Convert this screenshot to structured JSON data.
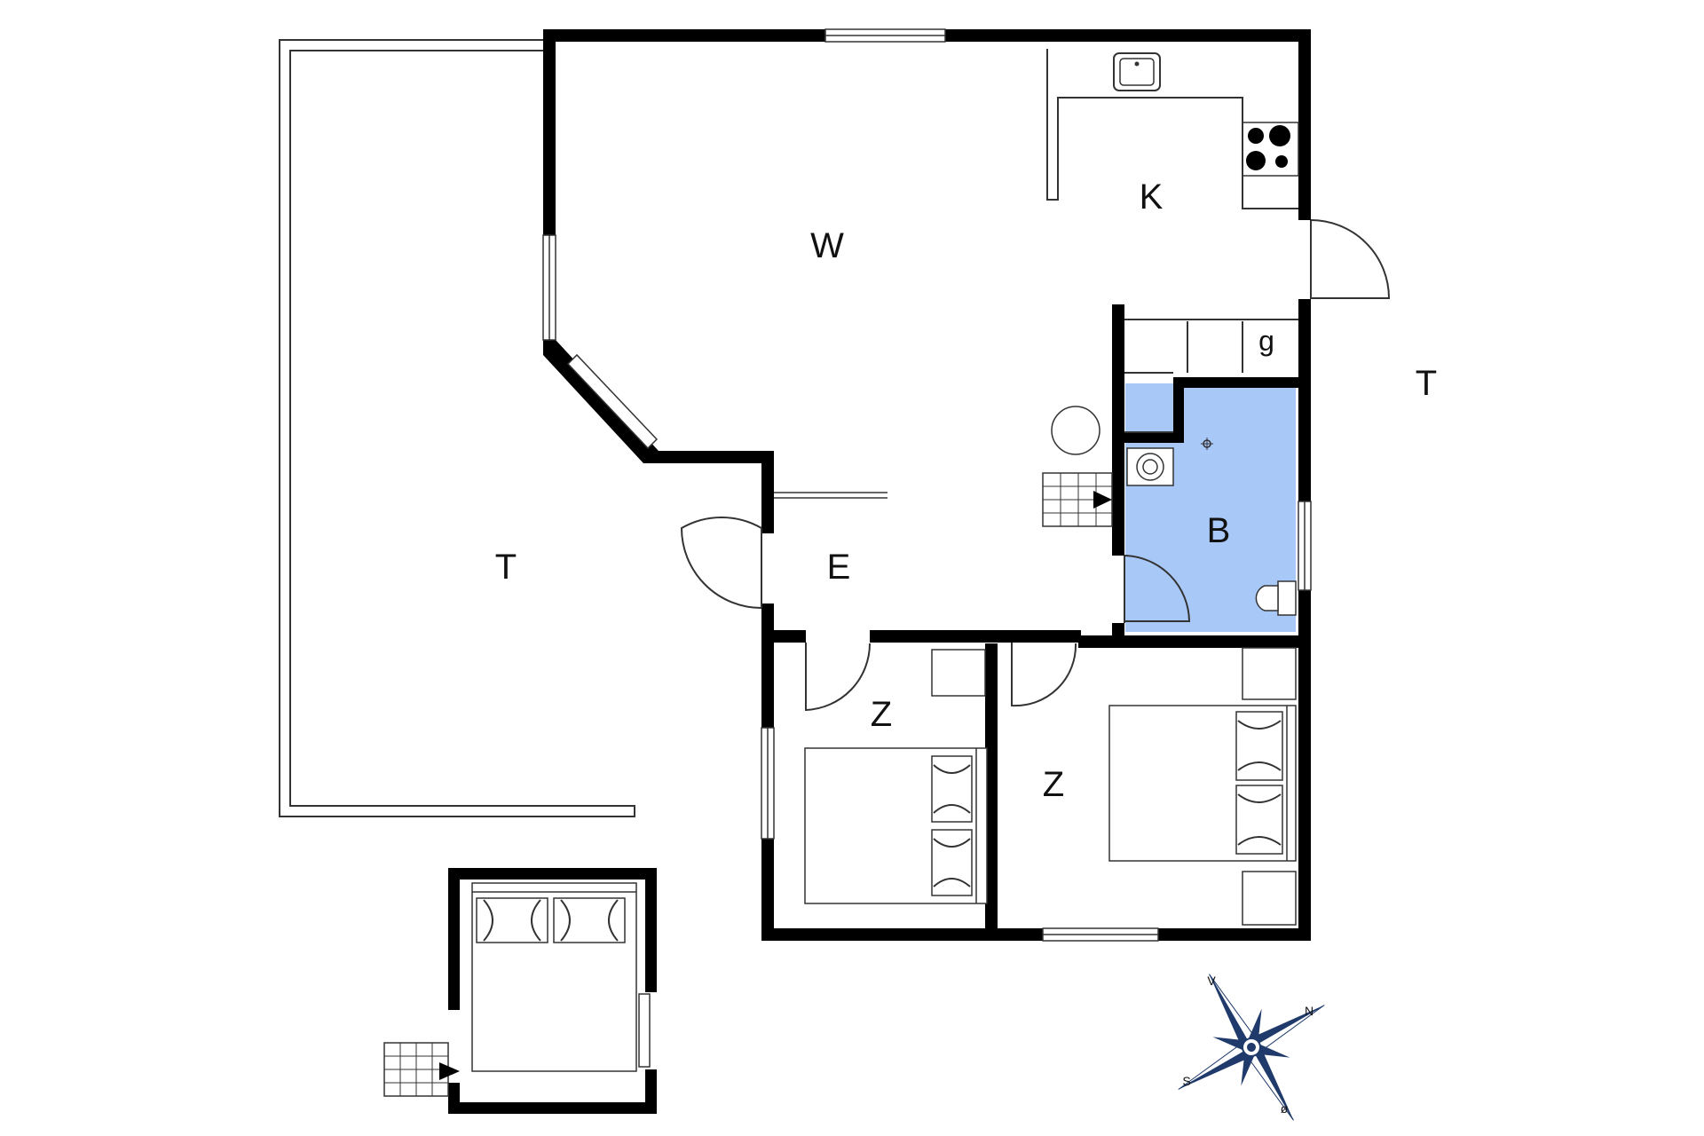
{
  "plan": {
    "colors": {
      "wall": "#000000",
      "bathroom": "#a8c8f8",
      "compass": "#1f3a6b",
      "line": "#333333"
    },
    "rooms": {
      "living": "W",
      "kitchen": "K",
      "entrance": "E",
      "bathroom": "B",
      "bedroom_small": "Z",
      "bedroom_large": "Z",
      "terrace_left": "T",
      "terrace_right": "T",
      "storage_g": "g"
    },
    "icons": {
      "sink": "sink-icon",
      "stove": "stove-icon",
      "stairs": "stairs-icon",
      "toilet": "toilet-icon",
      "water_heater": "water-heater-icon",
      "compass": "compass-rose-icon"
    },
    "compass": {
      "north": "N",
      "south": "S",
      "east": "ø",
      "west": "V"
    }
  }
}
